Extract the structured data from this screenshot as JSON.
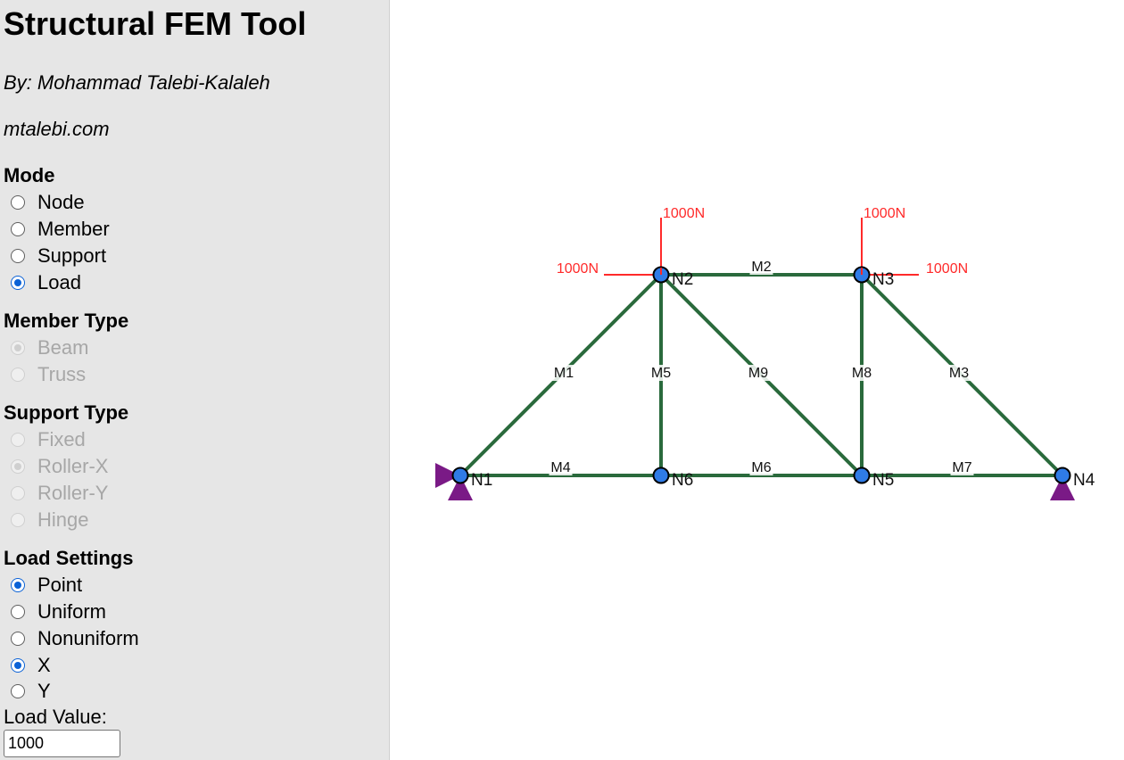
{
  "app": {
    "title": "Structural FEM Tool",
    "byline": "By: Mohammad Talebi-Kalaleh",
    "site": "mtalebi.com"
  },
  "mode": {
    "heading": "Mode",
    "options": [
      {
        "label": "Node",
        "checked": false
      },
      {
        "label": "Member",
        "checked": false
      },
      {
        "label": "Support",
        "checked": false
      },
      {
        "label": "Load",
        "checked": true
      }
    ]
  },
  "member_type": {
    "heading": "Member Type",
    "options": [
      {
        "label": "Beam",
        "checked": true,
        "disabled": true
      },
      {
        "label": "Truss",
        "checked": false,
        "disabled": true
      }
    ]
  },
  "support_type": {
    "heading": "Support Type",
    "options": [
      {
        "label": "Fixed",
        "checked": false,
        "disabled": true
      },
      {
        "label": "Roller-X",
        "checked": true,
        "disabled": true
      },
      {
        "label": "Roller-Y",
        "checked": false,
        "disabled": true
      },
      {
        "label": "Hinge",
        "checked": false,
        "disabled": true
      }
    ]
  },
  "load_settings": {
    "heading": "Load Settings",
    "options": [
      {
        "label": "Point",
        "checked": true
      },
      {
        "label": "Uniform",
        "checked": false
      },
      {
        "label": "Nonuniform",
        "checked": false
      },
      {
        "label": "X",
        "checked": true
      },
      {
        "label": "Y",
        "checked": false
      }
    ],
    "value_label": "Load Value:",
    "value": "1000"
  },
  "model": {
    "colors": {
      "member": "#2a6a3c",
      "node_fill": "#2f7be6",
      "support": "#7a1a86",
      "load": "#ff2a2a"
    },
    "nodes": [
      {
        "id": "N1",
        "label": "N1"
      },
      {
        "id": "N2",
        "label": "N2"
      },
      {
        "id": "N3",
        "label": "N3"
      },
      {
        "id": "N4",
        "label": "N4"
      },
      {
        "id": "N5",
        "label": "N5"
      },
      {
        "id": "N6",
        "label": "N6"
      }
    ],
    "members": [
      {
        "id": "M1",
        "label": "M1",
        "from": "N1",
        "to": "N2"
      },
      {
        "id": "M2",
        "label": "M2",
        "from": "N2",
        "to": "N3"
      },
      {
        "id": "M3",
        "label": "M3",
        "from": "N3",
        "to": "N4"
      },
      {
        "id": "M4",
        "label": "M4",
        "from": "N1",
        "to": "N6"
      },
      {
        "id": "M5",
        "label": "M5",
        "from": "N2",
        "to": "N6"
      },
      {
        "id": "M6",
        "label": "M6",
        "from": "N6",
        "to": "N5"
      },
      {
        "id": "M7",
        "label": "M7",
        "from": "N5",
        "to": "N4"
      },
      {
        "id": "M8",
        "label": "M8",
        "from": "N3",
        "to": "N5"
      },
      {
        "id": "M9",
        "label": "M9",
        "from": "N2",
        "to": "N5"
      }
    ],
    "supports": [
      {
        "node": "N1",
        "type": "roller-x-and-pin"
      },
      {
        "node": "N4",
        "type": "pin"
      }
    ],
    "loads": [
      {
        "node": "N2",
        "direction": "vertical",
        "label": "1000N"
      },
      {
        "node": "N2",
        "direction": "horizontal",
        "label": "1000N"
      },
      {
        "node": "N3",
        "direction": "vertical",
        "label": "1000N"
      },
      {
        "node": "N3",
        "direction": "horizontal",
        "label": "1000N"
      }
    ]
  }
}
